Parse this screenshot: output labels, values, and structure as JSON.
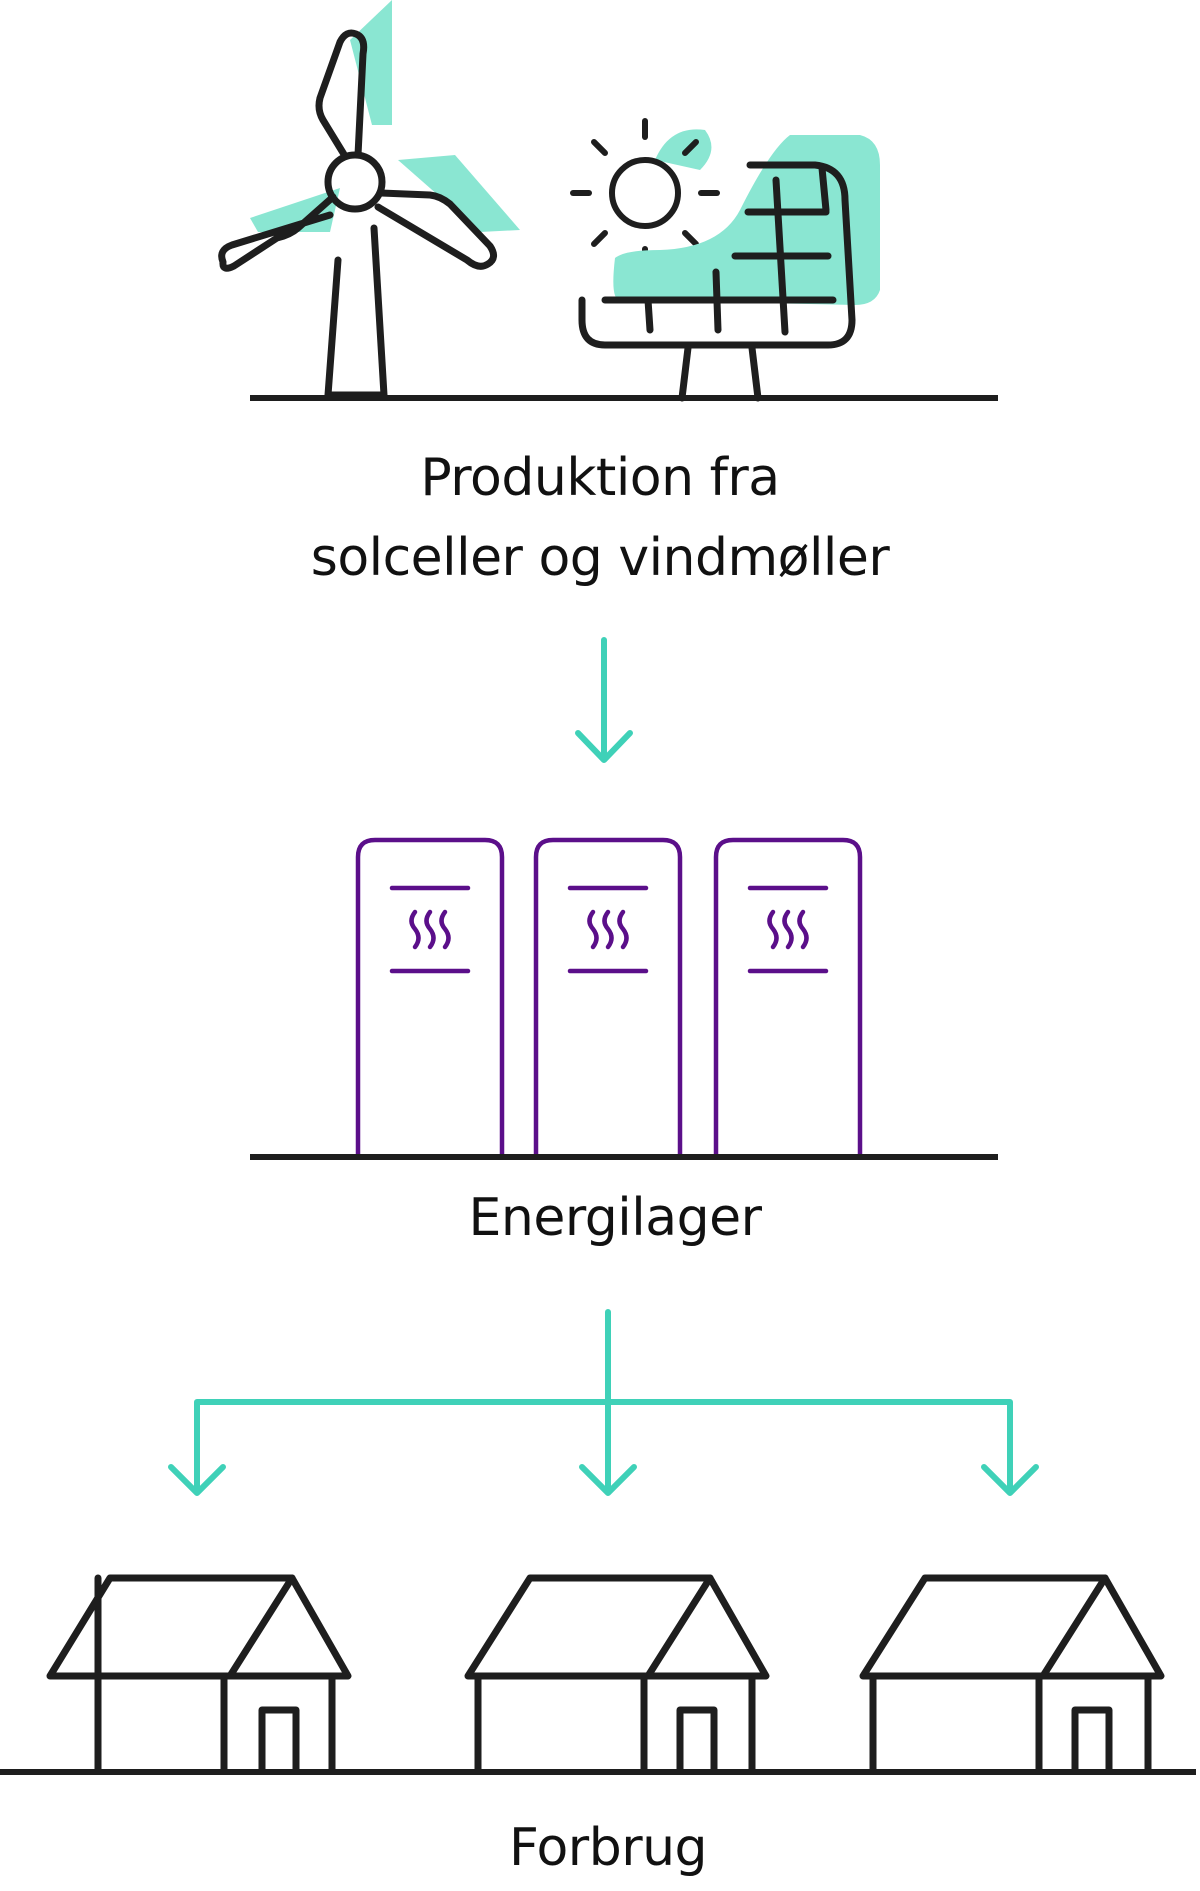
{
  "production": {
    "line1": "Produktion fra",
    "line2": "solceller og vindmøller"
  },
  "storage": {
    "label": "Energilager"
  },
  "consumption": {
    "label": "Forbrug"
  },
  "icons": {
    "production": [
      "wind-turbine-icon",
      "sun-icon",
      "solar-panel-icon"
    ],
    "storage": [
      "storage-unit-icon",
      "storage-unit-icon",
      "storage-unit-icon"
    ],
    "consumption": [
      "house-icon",
      "house-icon",
      "house-icon"
    ]
  },
  "colors": {
    "line": "#1e1e1e",
    "accent_fill": "#8ae6d2",
    "arrow": "#3fd1b8",
    "storage_outline": "#5b0f8a"
  }
}
